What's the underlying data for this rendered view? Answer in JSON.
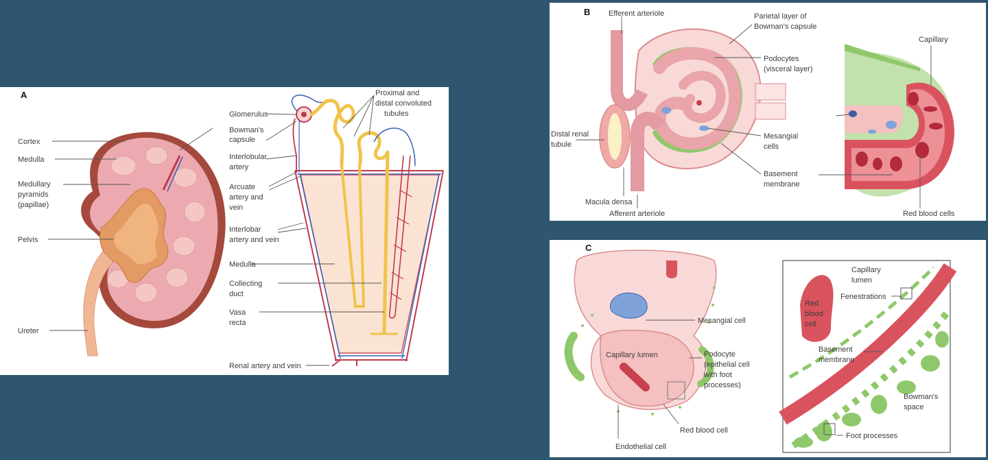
{
  "panel_a": {
    "letter": "A",
    "labels": {
      "cortex": "Cortex",
      "medulla_left": "Medulla",
      "medullary_pyramids": [
        "Medullary",
        "pyramids",
        "(papillae)"
      ],
      "pelvis": "Pelvis",
      "ureter": "Ureter",
      "glomerulus": "Glomerulus",
      "bowmans_capsule": [
        "Bowman's",
        "capsule"
      ],
      "interlobular_artery": [
        "Interlobular",
        "artery"
      ],
      "arcuate": [
        "Arcuate",
        "artery and",
        "vein"
      ],
      "interlobar": [
        "Interlobar",
        "artery and vein"
      ],
      "medulla_right": "Medulla",
      "collecting_duct": [
        "Collecting",
        "duct"
      ],
      "vasa_recta": [
        "Vasa",
        "recta"
      ],
      "renal_artery_vein": "Renal artery and vein",
      "tubules": [
        "Proximal and",
        "distal convoluted",
        "tubules"
      ]
    }
  },
  "panel_b": {
    "letter": "B",
    "labels": {
      "efferent_arteriole": "Efferent arteriole",
      "parietal_layer": [
        "Parietal layer of",
        "Bowman's capsule"
      ],
      "podocytes": [
        "Podocytes",
        "(visceral layer)"
      ],
      "capillary": "Capillary",
      "distal_tubule": [
        "Distal renal",
        "tubule"
      ],
      "mesangial_cells": [
        "Mesangial",
        "cells"
      ],
      "basement_membrane": [
        "Basement",
        "membrane"
      ],
      "macula_densa": "Macula densa",
      "afferent_arteriole": "Afferent arteriole",
      "red_blood_cells": "Red blood cells"
    }
  },
  "panel_c": {
    "letter": "C",
    "labels": {
      "mesangial_cell": "Mesangial cell",
      "capillary_lumen": "Capillary lumen",
      "podocyte": [
        "Podocyte",
        "(epithelial cell",
        "with foot",
        "processes)"
      ],
      "red_blood_cell": "Red blood cell",
      "endothelial_cell": "Endothelial cell",
      "inset_capillary_lumen": [
        "Capillary",
        "lumen"
      ],
      "red_blood_cell_inset": [
        "Red",
        "blood",
        "cell"
      ],
      "fenestrations": "Fenestrations",
      "basement_membrane": [
        "Basement",
        "membrane"
      ],
      "bowmans_space": [
        "Bowman's",
        "space"
      ],
      "foot_processes": "Foot processes"
    }
  },
  "colors": {
    "background": "#2f5670",
    "tissue_pink": "#f2c9c6",
    "vessel_red": "#c0394b",
    "vessel_blue": "#3b5fb5",
    "tubule_yellow": "#f0c34a",
    "podocyte_green": "#8fc86a",
    "mesangial_blue": "#7fa3d8",
    "rbc_red": "#c9404d"
  }
}
